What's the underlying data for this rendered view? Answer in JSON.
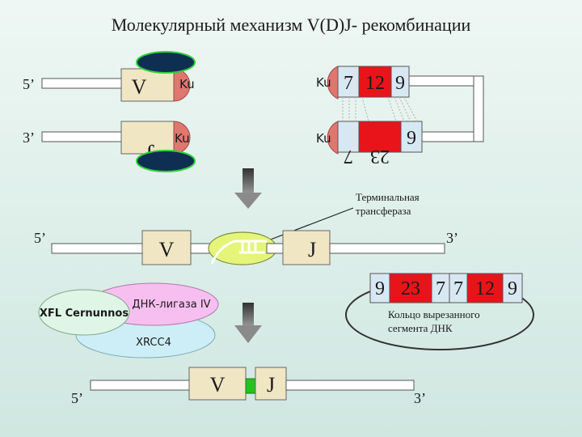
{
  "title": "Молекулярный механизм V(D)J- рекомбинации",
  "labels": {
    "five_prime": "5’",
    "three_prime": "3’",
    "V": "V",
    "J": "J",
    "Ku": "Ku",
    "n7": "7",
    "n12": "12",
    "n9": "9",
    "n23": "23",
    "terminal_transferase_line1": "Терминальная",
    "terminal_transferase_line2": "трансфераза",
    "dna_ligase": "ДНК-лигаза IV",
    "xfl": "XFL Cernunnos",
    "xrcc4": "XRCC4",
    "ring_line1": "Кольцо вырезанного",
    "ring_line2": "сегмента ДНК"
  },
  "colors": {
    "rss_red": "#e8141a",
    "rss_light": "#d8e8f2",
    "ku": "#e0776f",
    "cap_fill": "#0f2f52",
    "cap_border": "#2fd13b",
    "segment": "#f0e6c4",
    "ligase": "#f7bff0",
    "xfl": "#dff5e6",
    "xrcc4": "#cdeef6",
    "transferase": "#e4f57a",
    "junction_green": "#27c21c"
  }
}
